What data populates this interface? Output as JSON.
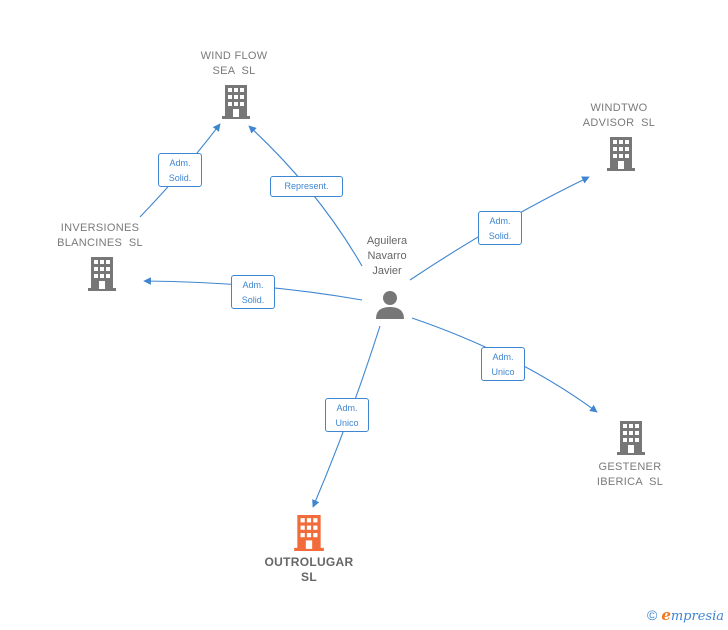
{
  "colors": {
    "edge": "#3f86d1",
    "company_icon": "#777777",
    "highlight_icon": "#f26b3a",
    "person_icon": "#777777"
  },
  "person": {
    "label": "Aguilera\nNavarro\nJavier",
    "icon": "person-icon"
  },
  "companies": [
    {
      "id": "wind-flow",
      "label": "WIND FLOW\nSEA  SL",
      "icon": "building-icon"
    },
    {
      "id": "windtwo",
      "label": "WINDTWO\nADVISOR  SL",
      "icon": "building-icon"
    },
    {
      "id": "inversiones",
      "label": "INVERSIONES\nBLANCINES  SL",
      "icon": "building-icon"
    },
    {
      "id": "gestener",
      "label": "GESTENER\nIBERICA  SL",
      "icon": "building-icon"
    },
    {
      "id": "outrolugar",
      "label": "OUTROLUGAR\nSL",
      "icon": "building-icon",
      "highlight": true
    }
  ],
  "edges": [
    {
      "id": "e1",
      "label": "Represent."
    },
    {
      "id": "e2",
      "label": "Adm.\nSolid."
    },
    {
      "id": "e3",
      "label": "Adm.\nSolid."
    },
    {
      "id": "e4",
      "label": "Adm.\nSolid."
    },
    {
      "id": "e5",
      "label": "Adm.\nUnico"
    },
    {
      "id": "e6",
      "label": "Adm.\nUnico"
    }
  ],
  "footer": {
    "copyright_symbol": "©",
    "brand_initial": "e",
    "brand_rest": "mpresia"
  }
}
